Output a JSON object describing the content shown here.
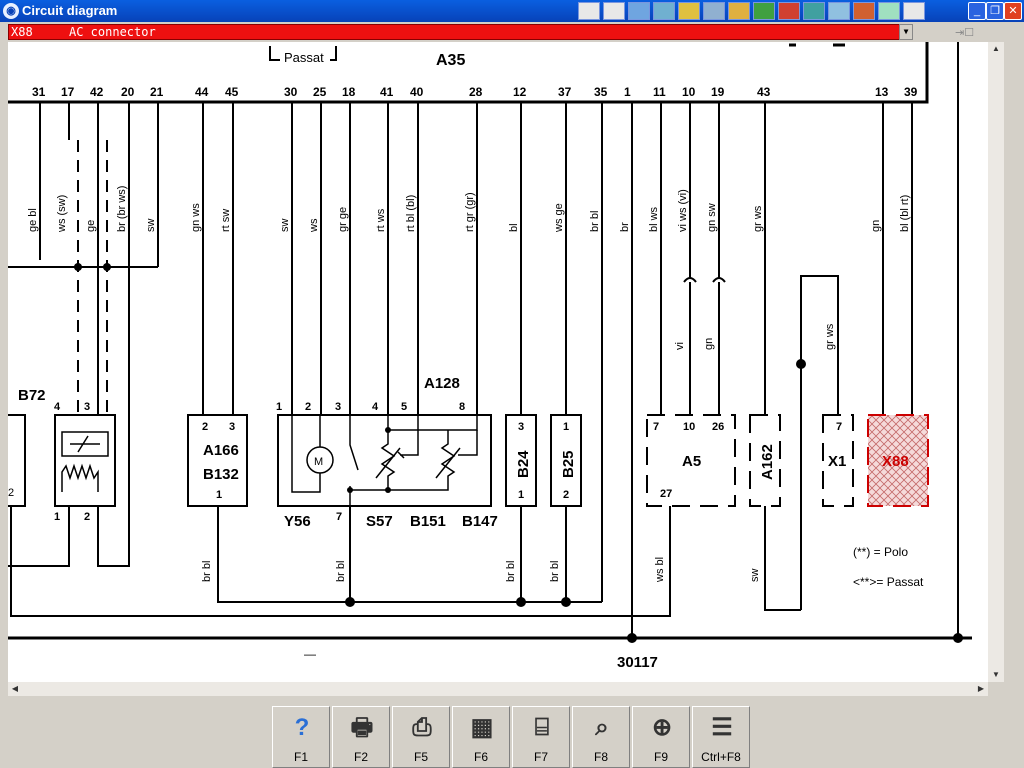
{
  "window": {
    "title": "Circuit diagram"
  },
  "selector": {
    "code": "X88",
    "description": "AC connector"
  },
  "diagram": {
    "top_label_passat": "Passat",
    "top_ecu": "A35",
    "pins": [
      "31",
      "17",
      "42",
      "20",
      "21",
      "44",
      "45",
      "30",
      "25",
      "18",
      "41",
      "40",
      "28",
      "12",
      "37",
      "35",
      "1",
      "11",
      "10",
      "19",
      "43",
      "13",
      "39"
    ],
    "wire_colors": [
      "ge bl",
      "ws (sw)",
      "ge",
      "br (br ws)",
      "sw",
      "gn ws",
      "rt sw",
      "sw",
      "ws",
      "gr ge",
      "rt ws",
      "rt bl (bl)",
      "rt gr (gr)",
      "bl",
      "ws ge",
      "br bl",
      "br",
      "bl ws",
      "vi ws (vi)",
      "gn sw",
      "gr ws",
      "gn",
      "bl (bl rt)"
    ],
    "mid_wire_colors": [
      "vi",
      "gn",
      "gr ws"
    ],
    "bottom_wire_colors": [
      "br bl",
      "br bl",
      "br bl",
      "br bl",
      "ws bl",
      "sw"
    ],
    "ground_label": "30117",
    "legend_polo": "(**) = Polo",
    "legend_passat": "<**>= Passat",
    "dash_mark": "—",
    "components": {
      "b72": "B72",
      "a166": "A166",
      "b132": "B132",
      "y56": "Y56",
      "s57": "S57",
      "b151": "B151",
      "b147": "B147",
      "a128": "A128",
      "b24": "B24",
      "b25": "B25",
      "a5": "A5",
      "a162": "A162",
      "x1": "X1",
      "x88": "X88",
      "motor": "M"
    },
    "pin_labels": {
      "b72_4": "4",
      "b72_3": "3",
      "b72_1": "1",
      "b72_2": "2",
      "b72_left2": "2",
      "a166_2": "2",
      "a166_3": "3",
      "a166_1": "1",
      "a128_1": "1",
      "a128_2": "2",
      "a128_3": "3",
      "a128_4": "4",
      "a128_5": "5",
      "a128_8": "8",
      "a128_7": "7",
      "b24_3": "3",
      "b24_1": "1",
      "b25_1": "1",
      "b25_2": "2",
      "a5_7": "7",
      "a5_10": "10",
      "a5_26": "26",
      "a5_27": "27",
      "x1_7": "7"
    }
  },
  "toolbar": {
    "icons": [
      "first-page-icon",
      "prev-page-icon",
      "zoom-icon",
      "map-icon",
      "search-icon",
      "tools-icon",
      "print-icon",
      "battery-icon",
      "car-icon",
      "info-icon",
      "edit-icon",
      "gear-icon",
      "snow-icon",
      "warning-icon"
    ]
  },
  "fkeys": [
    {
      "label": "F1",
      "icon": "help-icon"
    },
    {
      "label": "F2",
      "icon": "print-icon"
    },
    {
      "label": "F5",
      "icon": "printer-icon"
    },
    {
      "label": "F6",
      "icon": "module-icon"
    },
    {
      "label": "F7",
      "icon": "connector-icon"
    },
    {
      "label": "F8",
      "icon": "component-search-icon"
    },
    {
      "label": "F9",
      "icon": "zoom-search-icon"
    },
    {
      "label": "Ctrl+F8",
      "icon": "list-icon"
    }
  ],
  "colors": {
    "title": "#0842b8",
    "selector": "#ee1010",
    "highlight": "#cc0000"
  }
}
